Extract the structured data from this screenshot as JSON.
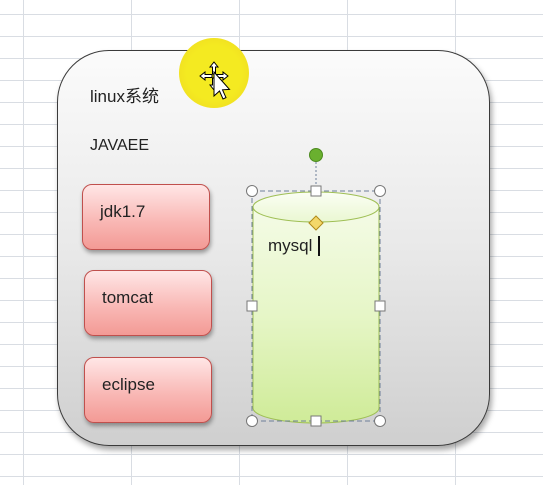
{
  "diagram": {
    "os_label": "linux系统",
    "platform_label": "JAVAEE",
    "components": [
      {
        "label": "jdk1.7"
      },
      {
        "label": "tomcat"
      },
      {
        "label": "eclipse"
      }
    ],
    "database": {
      "label": "mysql"
    }
  },
  "icons": {
    "cursor": "move-cursor-icon",
    "rotate_handle": "rotate-handle-icon",
    "adjust_handle": "adjust-handle-icon"
  },
  "colors": {
    "box_fill": "#f9b9b6",
    "box_border": "#c0504d",
    "cylinder_fill": "#e4f5c4",
    "cylinder_border": "#9fbf55",
    "selection": "#6e7f99",
    "rotate_handle": "#6ab02f",
    "adjust_handle": "#f3d86a",
    "cursor_highlight": "#f4ea21"
  }
}
